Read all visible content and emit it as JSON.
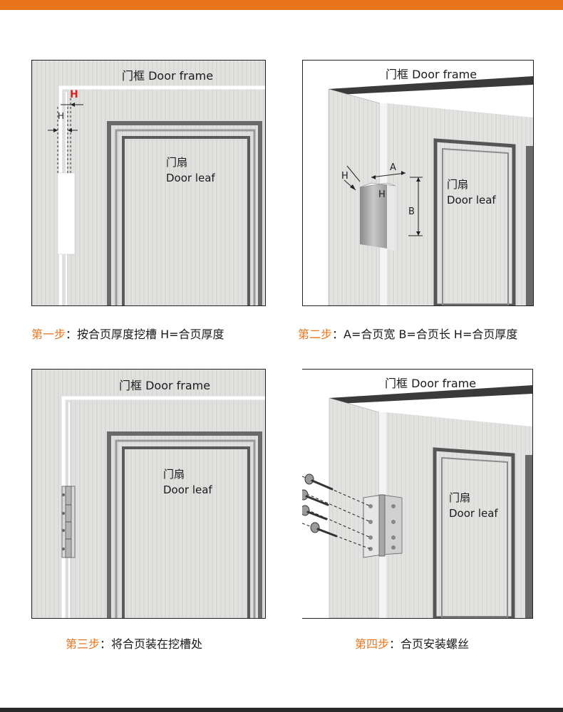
{
  "colors": {
    "accent": "#e8741c",
    "dim_red": "#e02020"
  },
  "panels": [
    {
      "frame_label": "门框  Door frame",
      "leaf_zh": "门扇",
      "leaf_en": "Door leaf",
      "dim_h_red": "H",
      "dim_h": "H"
    },
    {
      "frame_label": "门框  Door frame",
      "leaf_zh": "门扇",
      "leaf_en": "Door leaf",
      "dim_a": "A",
      "dim_b": "B",
      "dim_h1": "H",
      "dim_h2": "H"
    },
    {
      "frame_label": "门框  Door frame",
      "leaf_zh": "门扇",
      "leaf_en": "Door leaf"
    },
    {
      "frame_label": "门框  Door frame",
      "leaf_zh": "门扇",
      "leaf_en": "Door leaf"
    }
  ],
  "captions": [
    {
      "step": "第一步",
      "text": "：按合页厚度挖槽 H=合页厚度"
    },
    {
      "step": "第二步",
      "text": "：A=合页宽 B=合页长 H=合页厚度"
    },
    {
      "step": "第三步",
      "text": "：将合页装在挖槽处"
    },
    {
      "step": "第四步",
      "text": "：合页安装螺丝"
    }
  ]
}
